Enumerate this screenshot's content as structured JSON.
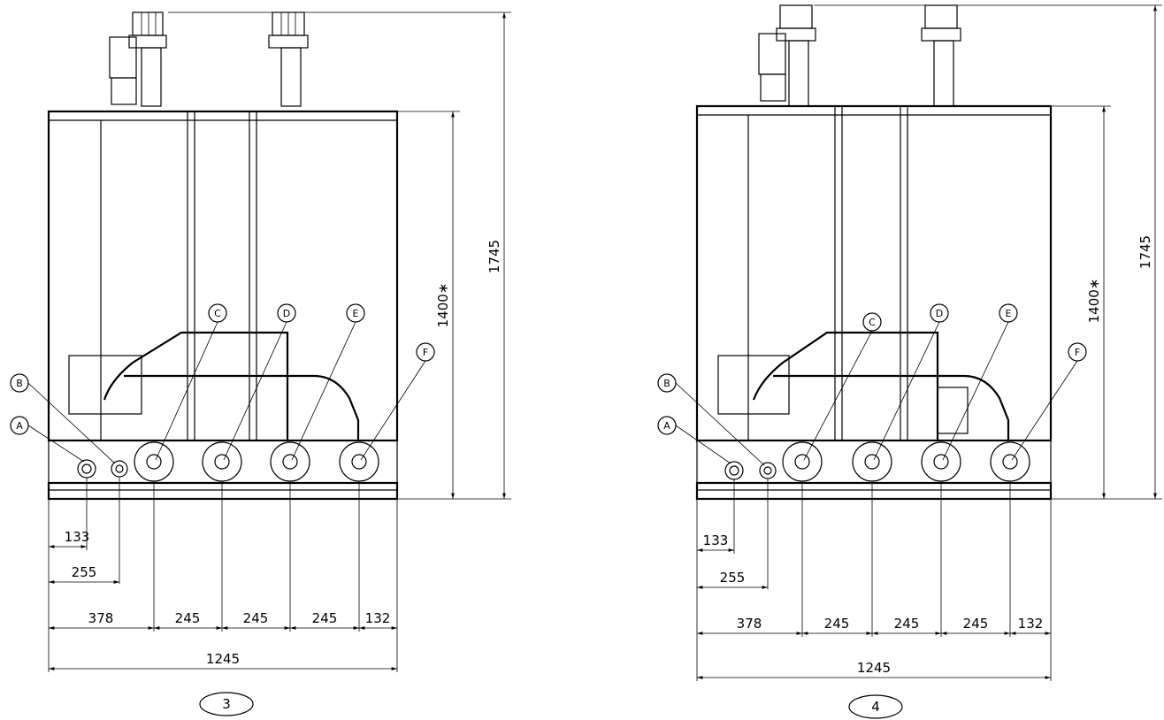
{
  "callouts": [
    "A",
    "B",
    "C",
    "D",
    "E",
    "F"
  ],
  "views": [
    {
      "caption": "3",
      "dims": {
        "d133": "133",
        "d255": "255",
        "d378": "378",
        "d245a": "245",
        "d245b": "245",
        "d245c": "245",
        "d132": "132",
        "d1245": "1245",
        "d1400": "1400∗",
        "d1745": "1745"
      }
    },
    {
      "caption": "4",
      "dims": {
        "d133": "133",
        "d255": "255",
        "d378": "378",
        "d245a": "245",
        "d245b": "245",
        "d245c": "245",
        "d132": "132",
        "d1245": "1245",
        "d1400": "1400∗",
        "d1745": "1745"
      }
    }
  ]
}
